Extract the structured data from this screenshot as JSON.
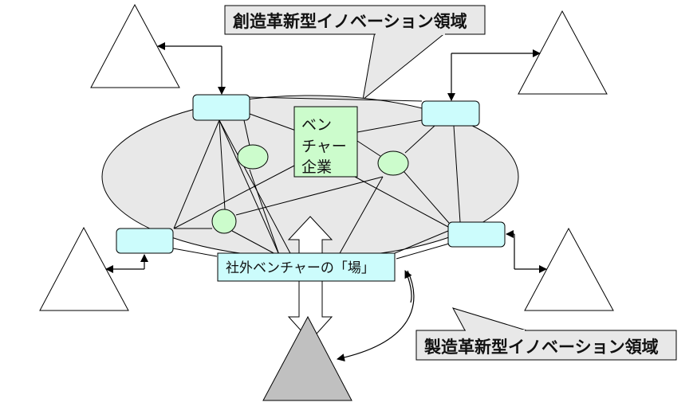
{
  "diagram": {
    "callout_top": "創造革新型イノベーション領域",
    "callout_bottom": "製造革新型イノベーション領域",
    "venture_box": [
      "ベン",
      "チャー",
      "企業"
    ],
    "field_label": "社外ベンチャーの「場」",
    "colors": {
      "ellipse_fill": "#e8e8e8",
      "node_box_fill": "#ccfcfc",
      "circle_fill": "#ccfccc",
      "venture_fill": "#ccfccc",
      "callout_fill": "#e8e8e8",
      "field_fill": "#ccfcfc",
      "company_triangle_fill": "#c0c0c0"
    }
  }
}
